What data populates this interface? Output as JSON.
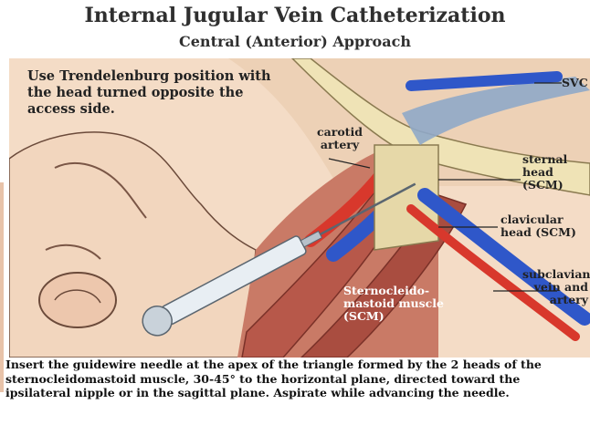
{
  "header": {
    "title": "Internal Jugular Vein Catheterization",
    "subtitle": "Central (Anterior) Approach"
  },
  "instruction_note": "Use Trendelenburg position with the head turned opposite the access side.",
  "labels": {
    "svc": "SVC",
    "carotid": "carotid artery",
    "sternal_head": "sternal head (SCM)",
    "clavicular_head": "clavicular head (SCM)",
    "subclavian": "subclavian vein and artery",
    "scm": "Sternocleido-mastoid muscle (SCM)"
  },
  "caption": "Insert the guidewire needle at the apex of the triangle formed by the 2 heads of the sternocleidomastoid muscle, 30-45° to the horizontal plane, directed toward the ipsilateral nipple or in the sagittal plane. Aspirate while advancing the needle.",
  "colors": {
    "skin": "#f0d3bb",
    "muscle": "#b7584a",
    "artery": "#d8382c",
    "vein": "#2f57c9",
    "bone": "#efe3b6",
    "svc": "#8fa8c8"
  }
}
